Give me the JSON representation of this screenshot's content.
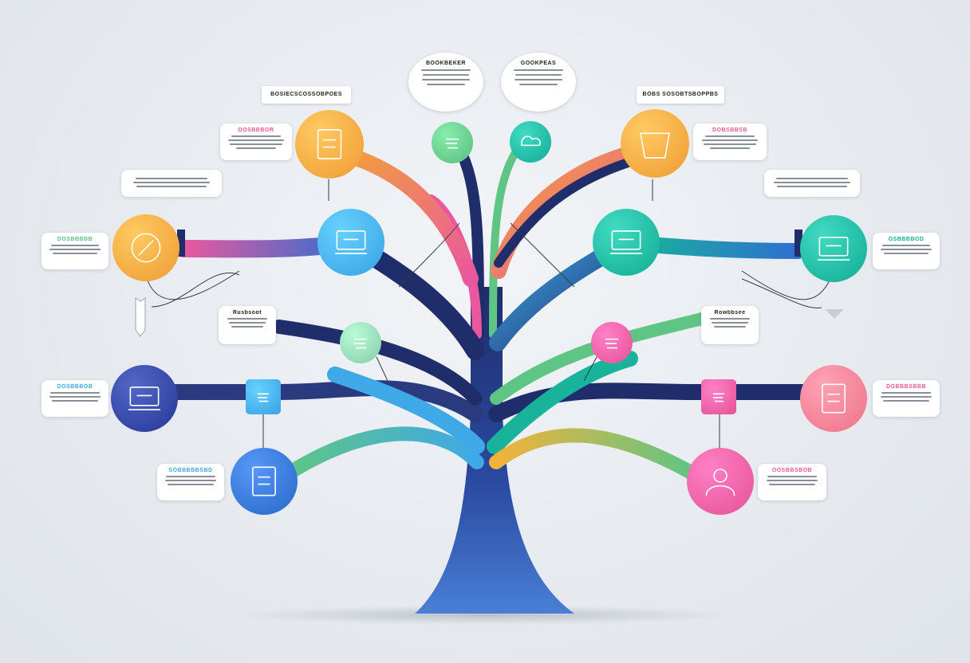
{
  "colors": {
    "navy": "#1f2d6b",
    "blue": "#2f6fd0",
    "sky": "#3fa9e8",
    "teal": "#18b39a",
    "green": "#5fc585",
    "orange": "#f2a23a",
    "pink": "#e9589e",
    "mint": "#8fd3b0",
    "rose": "#f07a8e"
  },
  "top_bubbles": [
    {
      "title": "BOOKBEKER"
    },
    {
      "title": "GOOKPEAS"
    }
  ],
  "tags": [
    {
      "label": "BOSIECSCOSSOBPOES"
    },
    {
      "label": "BOBS SOSOBTSBOPPBS"
    }
  ],
  "callouts": [
    {
      "title": "DOSBBBOR",
      "accent": "#e9589e"
    },
    {
      "title": "",
      "accent": "#222222"
    },
    {
      "title": "DOSBBBBB",
      "accent": "#5fc585"
    },
    {
      "title": "Rusbsoot",
      "accent": "#222222"
    },
    {
      "title": "DOSBBBOB",
      "accent": "#3fa9e8"
    },
    {
      "title": "SOBBBBBSBD",
      "accent": "#3fa9e8"
    },
    {
      "title": "DOBSBBSB",
      "accent": "#e9589e"
    },
    {
      "title": "",
      "accent": "#222222"
    },
    {
      "title": "OSBBBBOD",
      "accent": "#18b39a"
    },
    {
      "title": "Rowbbsee",
      "accent": "#222222"
    },
    {
      "title": "DOBBBSBBB",
      "accent": "#e9589e"
    },
    {
      "title": "OOSBBSBOB",
      "accent": "#e9589e"
    }
  ],
  "nodes": [
    {
      "icon": "notebook-icon",
      "color": "#f2a23a"
    },
    {
      "icon": "compass-icon",
      "color": "#f2a23a"
    },
    {
      "icon": "laptop-icon",
      "color": "#3fa9e8"
    },
    {
      "icon": "monitor-icon",
      "color": "#2d3f9e"
    },
    {
      "icon": "chart-icon",
      "color": "#3fa9e8"
    },
    {
      "icon": "document-icon",
      "color": "#2f6fd0"
    },
    {
      "icon": "badge-icon",
      "color": "#8fd3b0"
    },
    {
      "icon": "flask-icon",
      "color": "#5fc585"
    },
    {
      "icon": "cloud-icon",
      "color": "#18b39a"
    },
    {
      "icon": "cup-icon",
      "color": "#f2a23a"
    },
    {
      "icon": "board-icon",
      "color": "#18b39a"
    },
    {
      "icon": "presentation-icon",
      "color": "#18b39a"
    },
    {
      "icon": "badge-icon",
      "color": "#e9589e"
    },
    {
      "icon": "chart-icon",
      "color": "#e9589e"
    },
    {
      "icon": "book-icon",
      "color": "#f07a8e"
    },
    {
      "icon": "person-icon",
      "color": "#e9589e"
    }
  ]
}
